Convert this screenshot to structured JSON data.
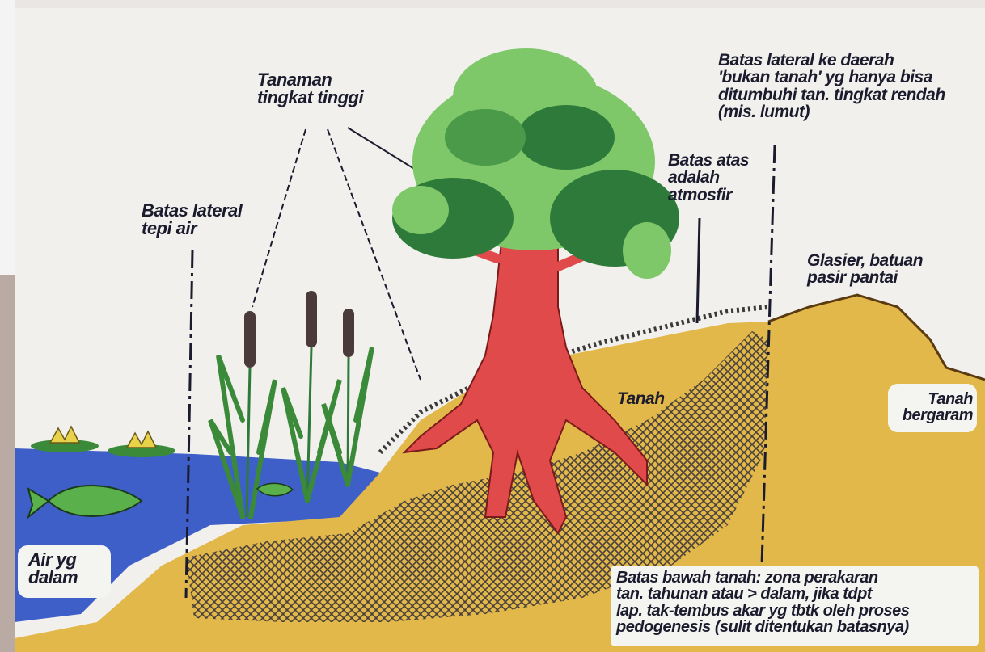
{
  "labels": {
    "tanaman_tingkat_tinggi": "Tanaman\ntingkat tinggi",
    "batas_lateral_tepi_air": "Batas lateral\ntepi air",
    "batas_lateral_ke_daerah": "Batas lateral ke daerah\n'bukan tanah' yg hanya bisa\nditumbuhi tan. tingkat rendah\n(mis. lumut)",
    "batas_atas": "Batas atas\nadalah\natmosfir",
    "glasier": "Glasier, batuan\npasir pantai",
    "tanah": "Tanah",
    "tanah_bergaram": "Tanah\nbergaram",
    "air_yg_dalam": "Air yg\ndalam",
    "batas_bawah": "Batas bawah tanah: zona perakaran\ntan. tahunan atau > dalam, jika tdpt\nlap. tak-tembus akar yg tbtk oleh proses\npedogenesis (sulit ditentukan batasnya)"
  },
  "colors": {
    "water": "#3f5fc8",
    "soil": "#e2b84a",
    "trunk": "#e04a4a",
    "foliage_light": "#7ec86a",
    "foliage_dark": "#2e7a3a",
    "ink": "#1b1b2e"
  }
}
